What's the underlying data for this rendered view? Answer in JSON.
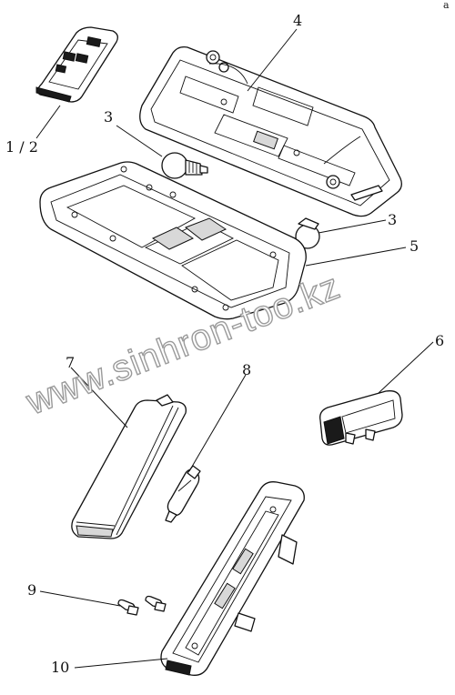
{
  "watermark": "www.sinhron-too.kz",
  "corner_mark": "a",
  "callouts": {
    "c12": "1 / 2",
    "c3a": "3",
    "c4": "4",
    "c3b": "3",
    "c5": "5",
    "c6": "6",
    "c7": "7",
    "c8": "8",
    "c9": "9",
    "c10": "10"
  }
}
